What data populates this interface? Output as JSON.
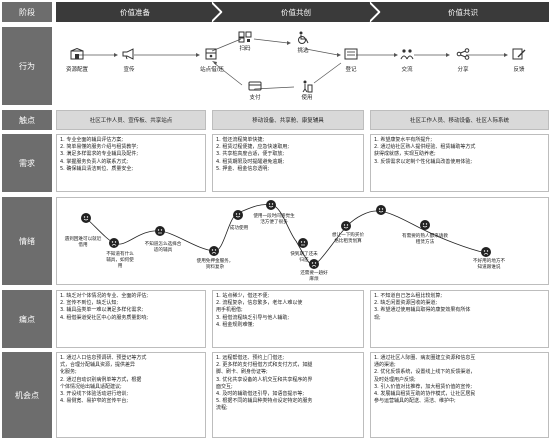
{
  "header": {
    "stage_label": "阶段",
    "stages": [
      "价值准备",
      "价值共创",
      "价值共识"
    ]
  },
  "rows": {
    "behavior": "行为",
    "touchpoint": "触点",
    "needs": "需求",
    "emotion": "情绪",
    "pain": "痛点",
    "opportunity": "机会点"
  },
  "behaviors": {
    "resource": "资源配置",
    "promote": "宣传",
    "station_pickup": "站点借/还",
    "scan": "扫码",
    "pay": "支付",
    "choose": "挑选",
    "use": "使用",
    "register": "登记",
    "communicate": "交流",
    "share": "分享",
    "feedback": "反馈"
  },
  "touchpoints": [
    "社区工作人员、宣传板、共享站点",
    "移动设备、共享舱、康复辅具",
    "社区工作人员、移动设备、社区人际系统"
  ],
  "needs": [
    [
      "1. 专业全面的辅具评估方案;",
      "2. 简单易懂的服务介绍与租赁教学;",
      "3. 满足多样需求的专业辅具及配件;",
      "4. 掌握服务负责人的联系方式;",
      "5. 确保辅具清洁到位、质量安全;"
    ],
    [
      "1. 借还流程简单快捷;",
      "2. 租赁过程便捷，应急快速取用;",
      "3. 共享桩高度合适，便于取放;",
      "4. 租赁期限及时提醒避免逾期;",
      "5. 押金、租金信息透明;"
    ],
    [
      "1. 希望康复水平有所提升;",
      "2. 通过给社区熟人提供经验、租赁辅助等方式",
      "   获得成就感，实现互助养老;",
      "3. 反馈需求以定制个性化辅具改善使用体验;"
    ]
  ],
  "emotions": [
    {
      "text": "遇到困难可以就近借用"
    },
    {
      "text": "不知道有什么辅具，如何使用"
    },
    {
      "text": "不知道怎么选择合适的辅具"
    },
    {
      "text": "使用免押金服务，资料复杂"
    },
    {
      "text": "成功使用"
    },
    {
      "text": "使用一段时间感觉生活方便了很多"
    },
    {
      "text": "快到期了还未归还"
    },
    {
      "text": "还需要一趟好麻烦"
    },
    {
      "text": "想让一下购买价格比租赁划算"
    },
    {
      "text": "有需要的熟人都来请教租赁方法"
    },
    {
      "text": "不好用的地方不知道跟谁说"
    }
  ],
  "pains": [
    [
      "1. 缺乏对个体情况的专业、全面的评估;",
      "2. 宣传不到位，缺乏认知;",
      "3. 辅具品类单一难以满足多样化需求;",
      "4. 租借渠道受社区中心的服务质量影响;"
    ],
    [
      "1. 站点稀少，借还不便;",
      "2. 流程复杂，信息繁多，老年人难以使",
      "   用手机租借;",
      "3. 租借流程缺乏引导与他人辅助;",
      "4. 租金规则难懂;"
    ],
    [
      "1. 不知道自己怎么租比较划算;",
      "2. 缺乏闲置资源回收的渠道;",
      "3. 希望通过使用辅具取得的康复效果有所体",
      "   现;"
    ]
  ],
  "opportunities": [
    [
      "1. 通过人口信息预调研、预登记等方式",
      "   式，合理分配辅具资源，提供差异",
      "   化服务;",
      "2. 通过自动识别病例单等方式，根据",
      "   个体情况给出辅具适配建议;",
      "3. 开设线下体验活动进行培训;",
      "4. 易侧宽、易护窄的宣传平台;"
    ],
    [
      "1. 远程帮借还、预约上门借还;",
      "2. 更多样的支付租借方式和支付方式，如腿",
      "   脚、刷卡、刷身份证等;",
      "3. 优化共享设备的人机交互和共享程序的界",
      "   面交互;",
      "4. 及时的辅助借还引导，如语音提示等;",
      "5. 根据不同的辅具种类特点设定特定的服务",
      "   流程;"
    ],
    [
      "1. 通过社区人际圈、病友圈建立资源和信息互",
      "   通的渠道;",
      "2. 优化反馈系统，设置线上线下的反馈渠道，",
      "   及时处理用户反馈;",
      "3. 引入价值对比推荐，加大租赁价值的宣传;",
      "4. 发展辅具租赁互助的协作模式，让社区居民",
      "   参与运营辅具的配送、清洁、维护中;"
    ]
  ]
}
